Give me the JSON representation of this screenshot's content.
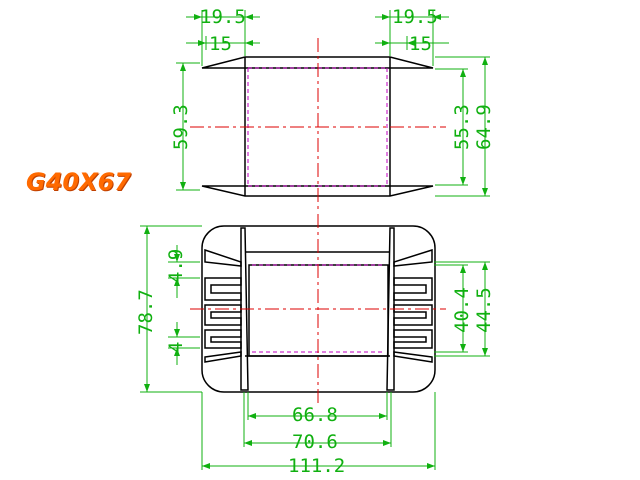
{
  "model_label": "G40X67",
  "colors": {
    "outline": "#000000",
    "dimension": "#10b010",
    "centerline": "#dd0000",
    "hidden": "#c000c0",
    "label": "#ff6a00"
  },
  "top_view": {
    "dims": {
      "left_outer": "19.5",
      "left_inner": "15",
      "right_outer": "19.5",
      "right_inner": "15",
      "left_height": "59.3",
      "right_inner_height": "55.3",
      "right_outer_height": "64.9"
    }
  },
  "front_view": {
    "dims": {
      "overall_height": "78.7",
      "slot_top": "4.9",
      "slot_bottom": "4",
      "window_height": "40.4",
      "window_outer_height": "44.5",
      "inner_width": "66.8",
      "outer_width": "70.6",
      "overall_width": "111.2"
    }
  }
}
